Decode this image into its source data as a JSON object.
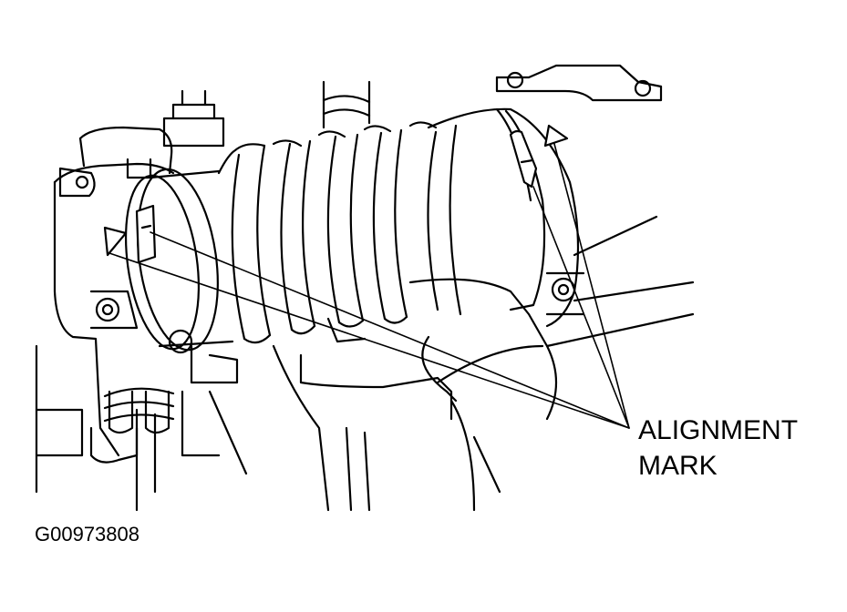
{
  "figure": {
    "callout": {
      "line1": "ALIGNMENT",
      "line2": "MARK"
    },
    "figure_id": "G00973808"
  },
  "colors": {
    "ink": "#000000",
    "background": "#ffffff"
  }
}
